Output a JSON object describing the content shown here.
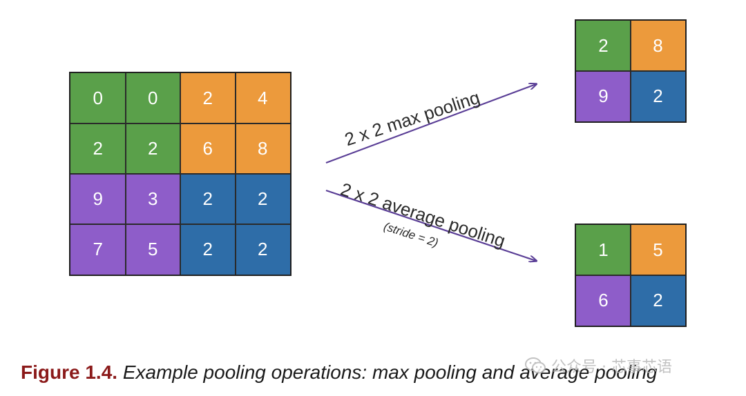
{
  "colors": {
    "green": "#5aa04a",
    "orange": "#ec9a3c",
    "purple": "#8e5dc9",
    "blue": "#2e6da8",
    "arrow": "#5a3e96",
    "caption_label": "#8b1a1a"
  },
  "input_grid": {
    "rows": [
      [
        "0",
        "0",
        "2",
        "4"
      ],
      [
        "2",
        "2",
        "6",
        "8"
      ],
      [
        "9",
        "3",
        "2",
        "2"
      ],
      [
        "7",
        "5",
        "2",
        "2"
      ]
    ],
    "colors": [
      [
        "green",
        "green",
        "orange",
        "orange"
      ],
      [
        "green",
        "green",
        "orange",
        "orange"
      ],
      [
        "purple",
        "purple",
        "blue",
        "blue"
      ],
      [
        "purple",
        "purple",
        "blue",
        "blue"
      ]
    ]
  },
  "max_pooling": {
    "label": "2 x 2 max pooling",
    "rows": [
      [
        "2",
        "8"
      ],
      [
        "9",
        "2"
      ]
    ],
    "colors": [
      [
        "green",
        "orange"
      ],
      [
        "purple",
        "blue"
      ]
    ]
  },
  "average_pooling": {
    "label": "2 x 2 average pooling",
    "stride_note": "(stride = 2)",
    "rows": [
      [
        "1",
        "5"
      ],
      [
        "6",
        "2"
      ]
    ],
    "colors": [
      [
        "green",
        "orange"
      ],
      [
        "purple",
        "blue"
      ]
    ]
  },
  "caption": {
    "number": "Figure 1.4.",
    "text": "Example pooling operations: max pooling and average pooling"
  },
  "watermark": {
    "text": "公众号 · 芯事芯语",
    "icon": "wechat-icon"
  }
}
